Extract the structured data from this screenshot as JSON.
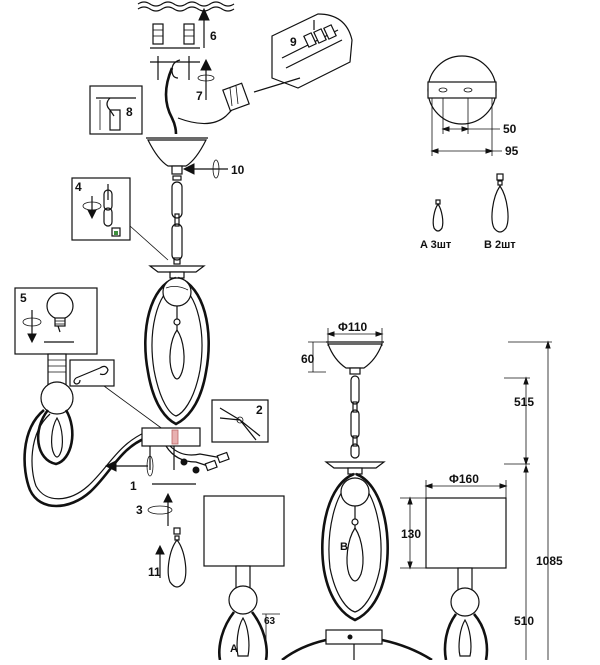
{
  "steps": [
    "1",
    "2",
    "3",
    "4",
    "5",
    "6",
    "7",
    "8",
    "9",
    "10",
    "11"
  ],
  "crystals": {
    "a_label": "A  3шт",
    "b_label": "B  2шт"
  },
  "ceiling_plate": {
    "inner_dim": "50",
    "outer_dim": "95"
  },
  "dimensions": {
    "canopy_diameter": "Φ110",
    "canopy_height": "60",
    "upper_length": "515",
    "total_height": "1085",
    "shade_diameter": "Φ160",
    "shade_height": "130",
    "lower_length": "510",
    "crystal_length": "63"
  },
  "lamp_labels": {
    "left_crystal": "A",
    "center_crystal": "B"
  }
}
